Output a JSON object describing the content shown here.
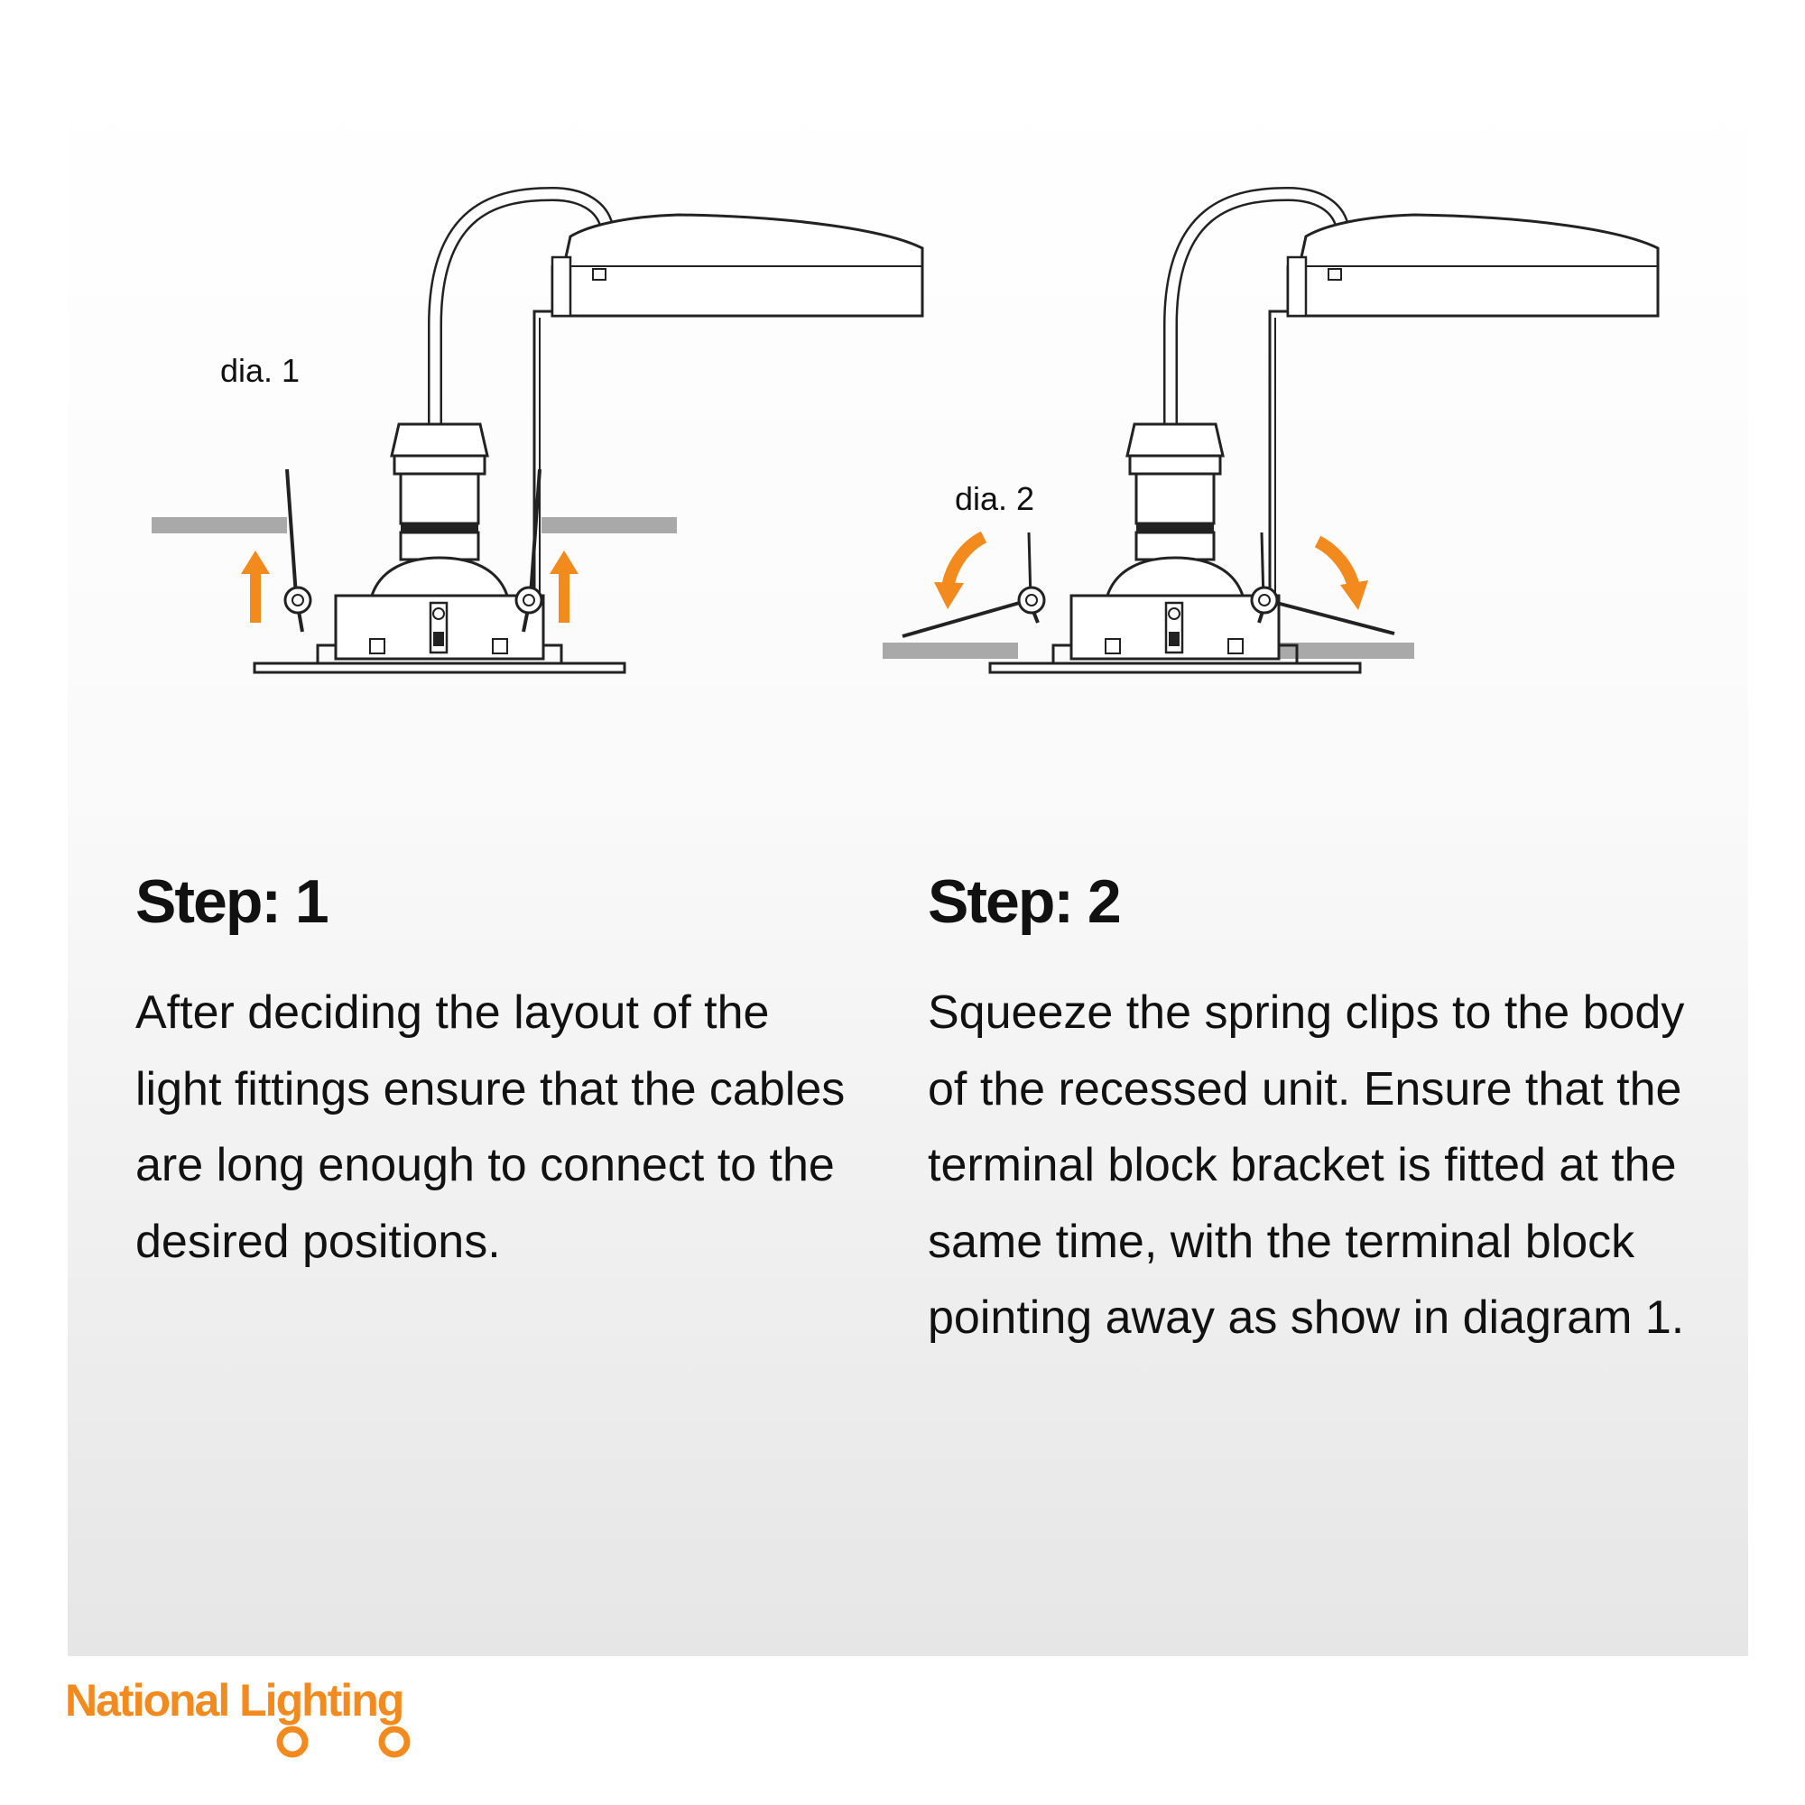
{
  "diagram1": {
    "label": "dia. 1"
  },
  "diagram2": {
    "label": "dia. 2"
  },
  "step1": {
    "title": "Step: 1",
    "text": "After deciding the layout of the light fittings ensure that the cables are long enough to connect to the desired positions."
  },
  "step2": {
    "title": "Step: 2",
    "text": "Squeeze the spring clips to the body of the recessed unit. Ensure that the terminal block bracket is fitted at the same time, with the terminal block pointing away as show in diagram 1."
  },
  "brand": {
    "name": "National Lighting",
    "color": "#f28a1e"
  },
  "colors": {
    "arrow": "#f28a1e",
    "ceiling": "#a9a9a9",
    "line": "#222222"
  }
}
